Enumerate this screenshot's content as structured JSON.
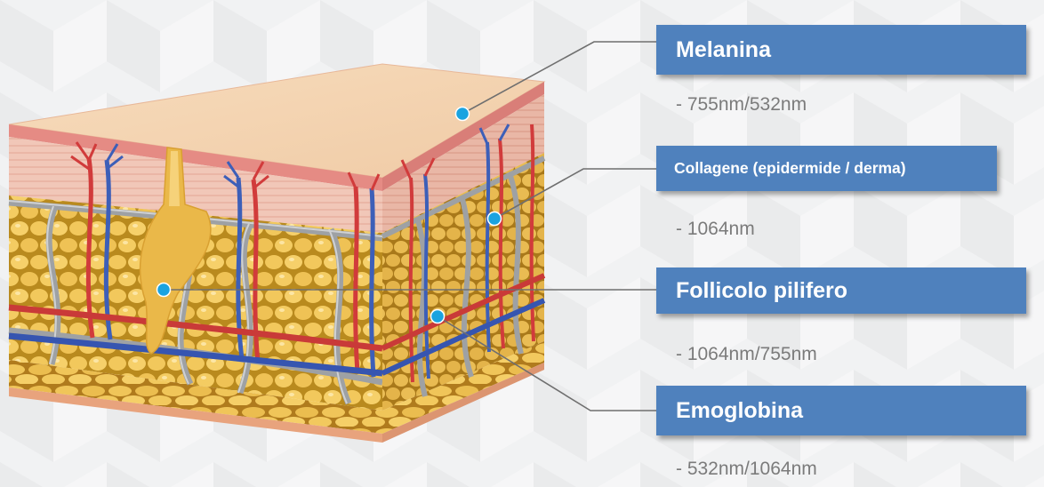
{
  "labels": [
    {
      "name": "Melanina",
      "wavelength": "- 755nm/532nm"
    },
    {
      "name": "Collagene (epidermide / derma)",
      "wavelength": "- 1064nm"
    },
    {
      "name": "Follicolo pilifero",
      "wavelength": "- 1064nm/755nm"
    },
    {
      "name": "Emoglobina",
      "wavelength": "- 532nm/1064nm"
    }
  ],
  "colors": {
    "label_background": "#4f81bd",
    "label_text": "#ffffff",
    "wavelength_text": "#7b7b7b",
    "marker_dot": "#1aa3e0",
    "leader_line": "#6f6f6f"
  }
}
